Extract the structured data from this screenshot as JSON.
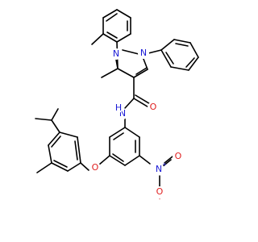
{
  "atoms": {
    "n1": {
      "text": "N",
      "color": "#1b1bd6"
    },
    "n2": {
      "text": "N",
      "color": "#1b1bd6"
    },
    "nh": {
      "text": "N",
      "color": "#1b1bd6"
    },
    "nh_h": {
      "text": "H",
      "color": "#1b1bd6"
    },
    "o_amide": {
      "text": "O",
      "color": "#e02020"
    },
    "o_ether": {
      "text": "O",
      "color": "#e02020"
    },
    "n_nitro": {
      "text": "N",
      "color": "#1b1bd6"
    },
    "n_nitro_charge": {
      "text": "+",
      "color": "#1b1bd6"
    },
    "o_nitro1": {
      "text": "O",
      "color": "#e02020"
    },
    "o_nitro2": {
      "text": "O",
      "color": "#e02020"
    },
    "o_nitro2_charge": {
      "text": "-",
      "color": "#e02020"
    }
  }
}
